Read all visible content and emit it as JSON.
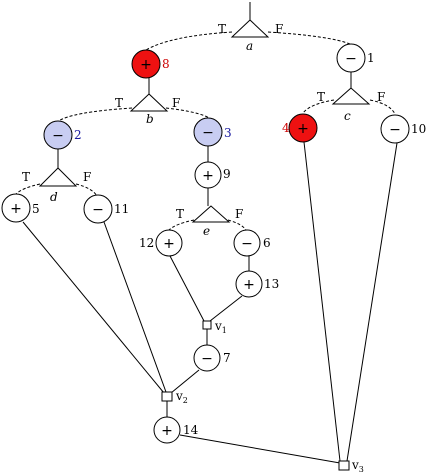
{
  "nodes": [
    {
      "id": "n8",
      "symbol": "+",
      "number": "8",
      "fill": "#ee1111",
      "number_color": "#cc0000"
    },
    {
      "id": "n1",
      "symbol": "−",
      "number": "1",
      "fill": "#ffffff",
      "number_color": "#000000"
    },
    {
      "id": "n2",
      "symbol": "−",
      "number": "2",
      "fill": "#c8cdf2",
      "number_color": "#1a1aa0"
    },
    {
      "id": "n3",
      "symbol": "−",
      "number": "3",
      "fill": "#c8cdf2",
      "number_color": "#1a1aa0"
    },
    {
      "id": "n4",
      "symbol": "+",
      "number": "4",
      "fill": "#ee1111",
      "number_color": "#cc0000"
    },
    {
      "id": "n10",
      "symbol": "−",
      "number": "10",
      "fill": "#ffffff",
      "number_color": "#000000"
    },
    {
      "id": "n5",
      "symbol": "+",
      "number": "5",
      "fill": "#ffffff",
      "number_color": "#000000"
    },
    {
      "id": "n11",
      "symbol": "−",
      "number": "11",
      "fill": "#ffffff",
      "number_color": "#000000"
    },
    {
      "id": "n9",
      "symbol": "+",
      "number": "9",
      "fill": "#ffffff",
      "number_color": "#000000"
    },
    {
      "id": "n12",
      "symbol": "+",
      "number": "12",
      "fill": "#ffffff",
      "number_color": "#000000"
    },
    {
      "id": "n6",
      "symbol": "−",
      "number": "6",
      "fill": "#ffffff",
      "number_color": "#000000"
    },
    {
      "id": "n13",
      "symbol": "+",
      "number": "13",
      "fill": "#ffffff",
      "number_color": "#000000"
    },
    {
      "id": "n7",
      "symbol": "−",
      "number": "7",
      "fill": "#ffffff",
      "number_color": "#000000"
    },
    {
      "id": "n14",
      "symbol": "+",
      "number": "14",
      "fill": "#ffffff",
      "number_color": "#000000"
    }
  ],
  "branches": [
    {
      "id": "a",
      "label": "a",
      "true_label": "T",
      "false_label": "F"
    },
    {
      "id": "b",
      "label": "b",
      "true_label": "T",
      "false_label": "F"
    },
    {
      "id": "c",
      "label": "c",
      "true_label": "T",
      "false_label": "F"
    },
    {
      "id": "d",
      "label": "d",
      "true_label": "T",
      "false_label": "F"
    },
    {
      "id": "e",
      "label": "e",
      "true_label": "T",
      "false_label": "F"
    }
  ],
  "merges": [
    {
      "id": "v1",
      "label": "v",
      "subscript": "1"
    },
    {
      "id": "v2",
      "label": "v",
      "subscript": "2"
    },
    {
      "id": "v3",
      "label": "v",
      "subscript": "3"
    }
  ]
}
